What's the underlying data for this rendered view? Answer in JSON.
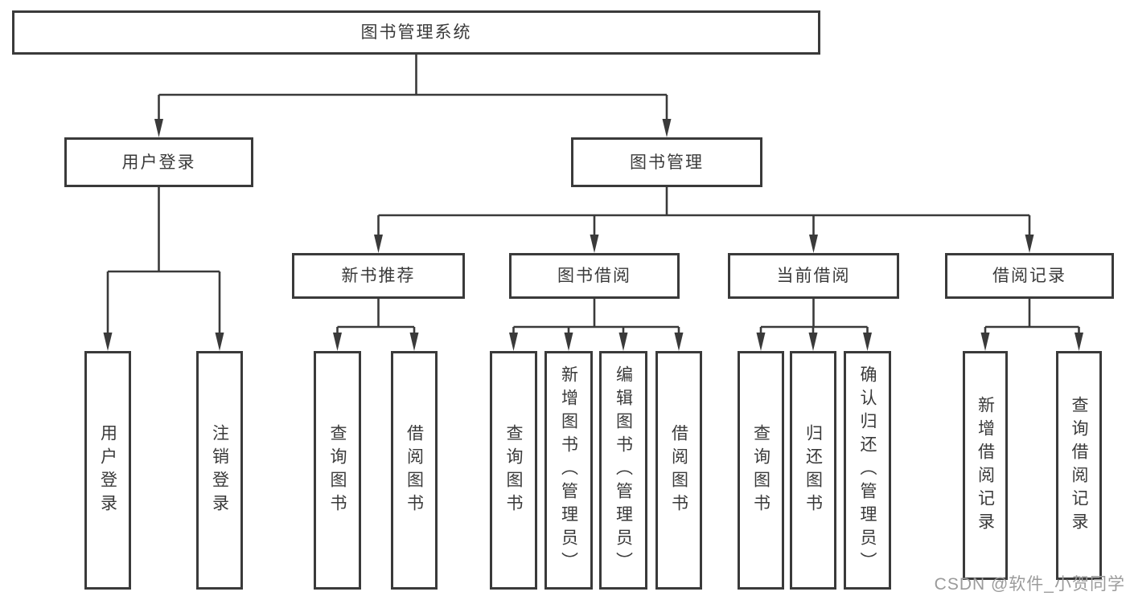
{
  "diagram": {
    "root": {
      "label": "图书管理系统"
    },
    "level2": [
      {
        "id": "user-login",
        "label": "用户登录"
      },
      {
        "id": "book-management",
        "label": "图书管理"
      }
    ],
    "level3": [
      {
        "id": "new-book-recommend",
        "label": "新书推荐"
      },
      {
        "id": "book-borrow",
        "label": "图书借阅"
      },
      {
        "id": "current-borrow",
        "label": "当前借阅"
      },
      {
        "id": "borrow-records",
        "label": "借阅记录"
      }
    ],
    "leaves": [
      {
        "parent": "user-login",
        "label": "用户登录"
      },
      {
        "parent": "user-login",
        "label": "注销登录"
      },
      {
        "parent": "new-book-recommend",
        "label": "查询图书"
      },
      {
        "parent": "new-book-recommend",
        "label": "借阅图书"
      },
      {
        "parent": "book-borrow",
        "label": "查询图书"
      },
      {
        "parent": "book-borrow",
        "label": "新增图书（管理员）"
      },
      {
        "parent": "book-borrow",
        "label": "编辑图书（管理员）"
      },
      {
        "parent": "book-borrow",
        "label": "借阅图书"
      },
      {
        "parent": "current-borrow",
        "label": "查询图书"
      },
      {
        "parent": "current-borrow",
        "label": "归还图书"
      },
      {
        "parent": "current-borrow",
        "label": "确认归还（管理员）"
      },
      {
        "parent": "borrow-records",
        "label": "新增借阅记录"
      },
      {
        "parent": "borrow-records",
        "label": "查询借阅记录"
      }
    ],
    "watermark": "CSDN @软件_小贺同学",
    "colors": {
      "line": "#3a3a3a",
      "text": "#3a3a3a",
      "watermark": "#9b9b9b",
      "background": "#ffffff"
    }
  }
}
